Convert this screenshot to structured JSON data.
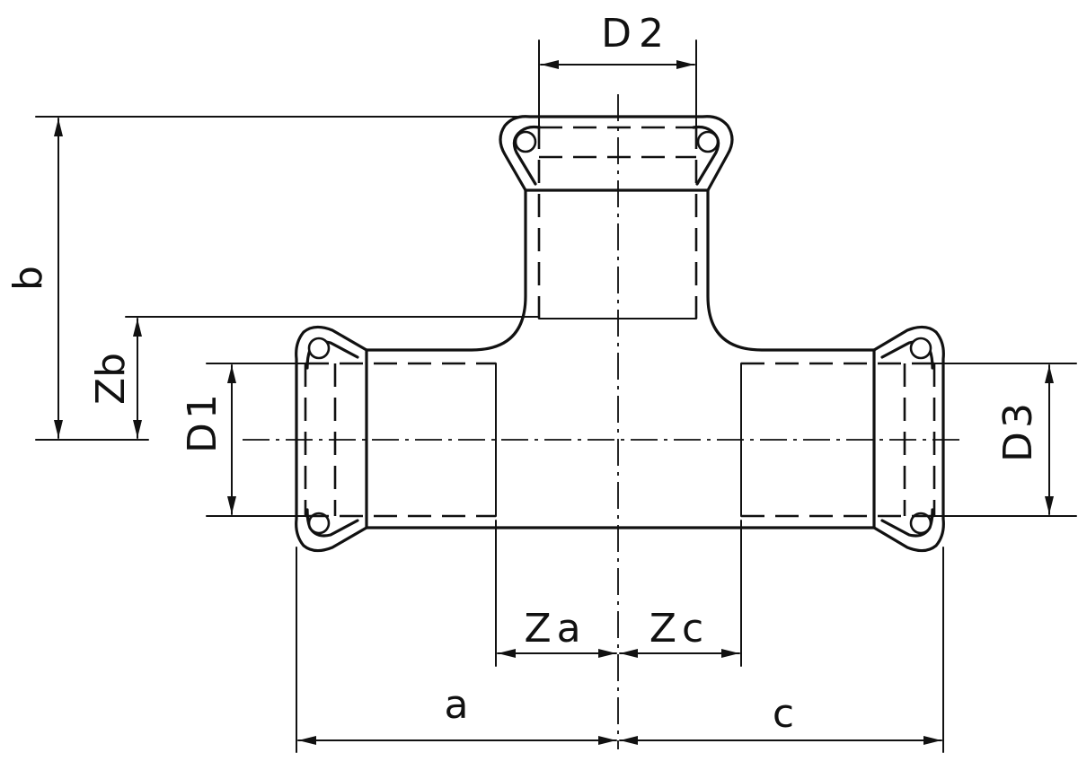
{
  "labels": {
    "d1": "D1",
    "d2": "D2",
    "d3": "D3",
    "a": "a",
    "b": "b",
    "c": "c",
    "za": "Za",
    "zb": "Zb",
    "zc": "Zc"
  }
}
